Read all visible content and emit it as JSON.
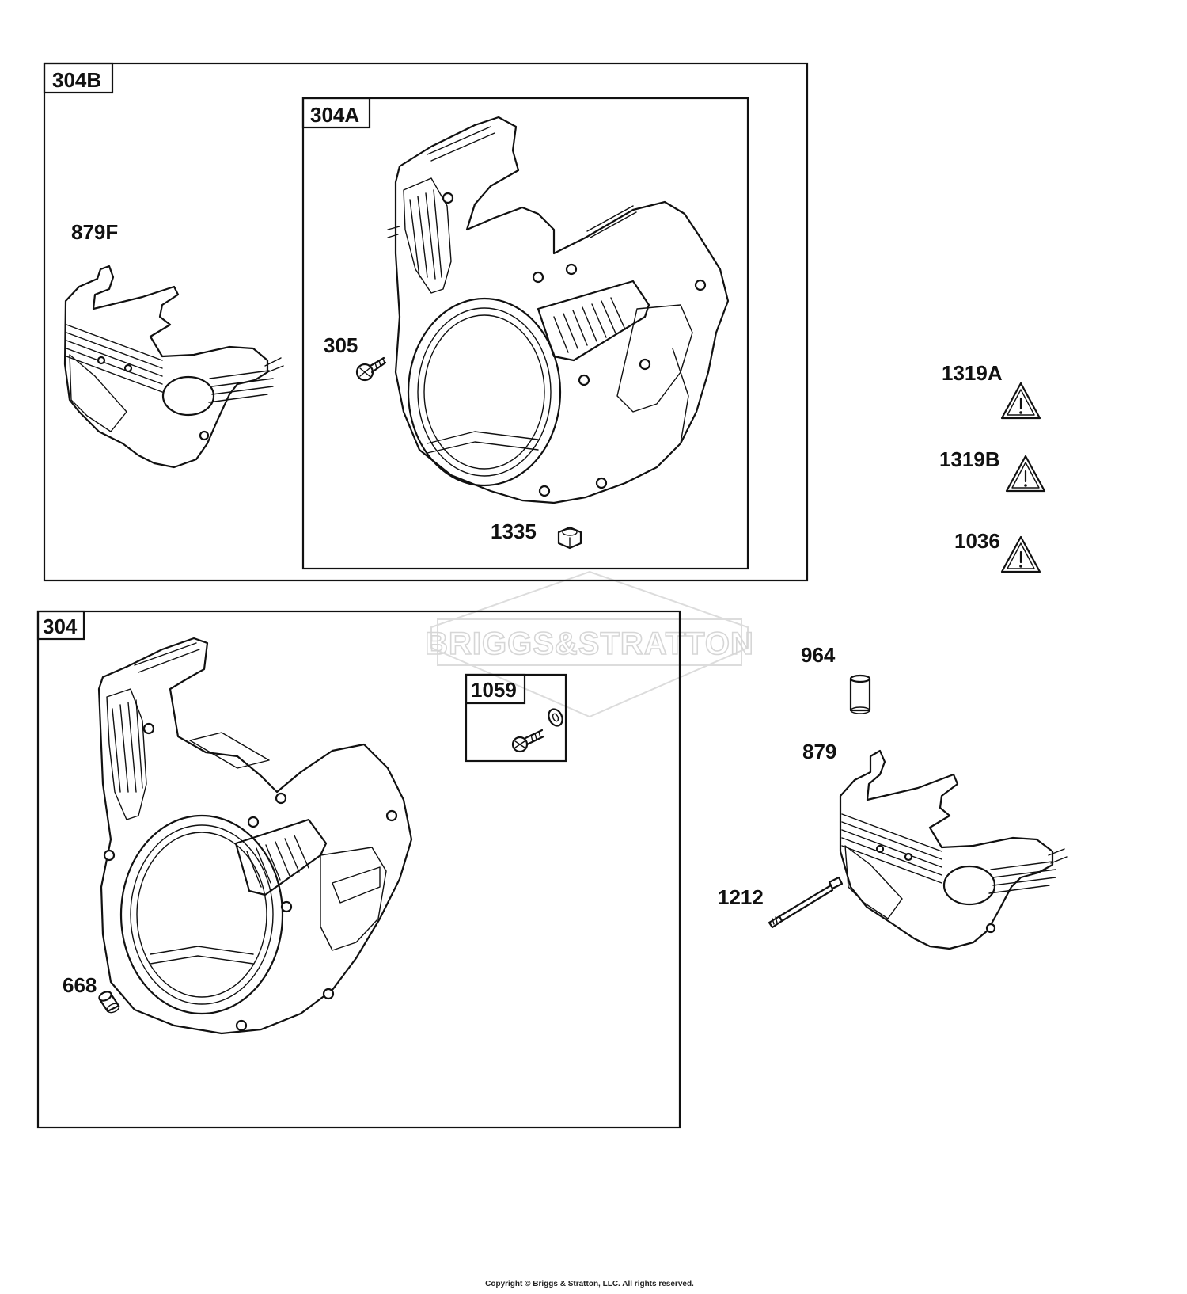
{
  "groups": {
    "g304B": "304B",
    "g304A": "304A",
    "g304": "304",
    "g1059": "1059"
  },
  "labels": {
    "p879F": "879F",
    "p305": "305",
    "p1335": "1335",
    "p1319A": "1319A",
    "p1319B": "1319B",
    "p1036": "1036",
    "p964": "964",
    "p879": "879",
    "p1212": "1212",
    "p668": "668"
  },
  "watermark": {
    "text": "BRIGGS&STRATTON"
  },
  "footer": {
    "copyright": "Copyright © Briggs & Stratton, LLC. All rights reserved."
  }
}
